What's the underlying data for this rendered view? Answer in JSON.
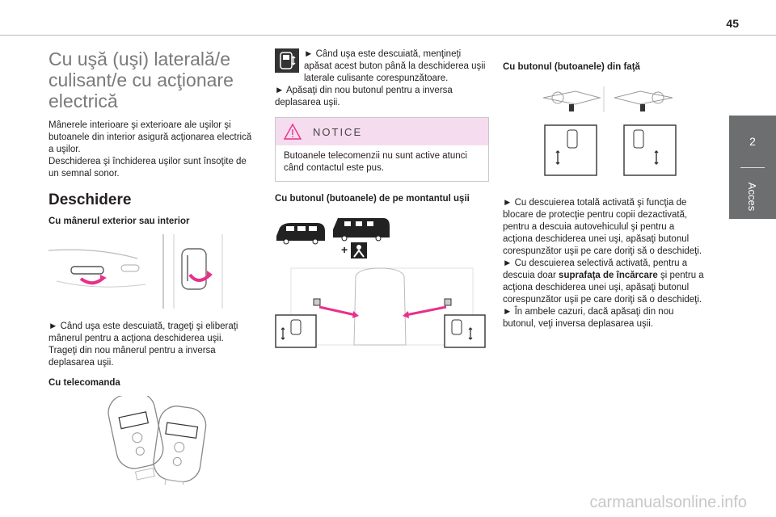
{
  "page": {
    "number": "45"
  },
  "side_tab": {
    "number": "2",
    "label": "Acces"
  },
  "col1": {
    "title": "Cu uşă (uşi) laterală/e culisant/e cu acţionare electrică",
    "intro": "Mânerele interioare şi exterioare ale uşilor şi butoanele din interior asigură acţionarea electrică a uşilor.",
    "intro2": "Deschiderea şi închiderea uşilor sunt însoţite de un semnal sonor.",
    "section": "Deschidere",
    "handle_heading": "Cu mânerul exterior sau interior",
    "handle_text": "► Când uşa este descuiată, trageţi şi eliberaţi mânerul pentru a acţiona deschiderea uşii.",
    "handle_text2": "Trageţi din nou mânerul pentru a inversa deplasarea uşii.",
    "remote_heading": "Cu telecomanda"
  },
  "col2": {
    "remote_text": "► Când uşa este descuiată, menţineţi apăsat acest buton până la deschiderea uşii laterale culisante corespunzătoare.",
    "remote_text2": "► Apăsaţi din nou butonul pentru a inversa deplasarea uşii.",
    "notice_title": "NOTICE",
    "notice_text": "Butoanele telecomenzii nu sunt active atunci când contactul este pus.",
    "pillar_heading": "Cu butonul (butoanele) de pe montantul uşii"
  },
  "col3": {
    "front_heading": "Cu butonul (butoanele) din faţă",
    "p1": "► Cu descuierea totală activată şi funcţia de blocare de protecţie pentru copii dezactivată, pentru a descuia autovehiculul şi pentru a acţiona deschiderea unei uşi, apăsaţi butonul corespunzător uşii pe care doriţi să o deschideţi.",
    "p2_a": "► Cu descuierea selectivă activată, pentru a descuia doar ",
    "p2_b": "suprafaţa de încărcare",
    "p2_c": " şi pentru a acţiona deschiderea unei uşi, apăsaţi butonul corespunzător uşii pe care doriţi să o deschideţi.",
    "p3": "► În ambele cazuri, dacă apăsaţi din nou butonul, veţi inversa deplasarea uşii."
  },
  "watermark": "carmanualsonline.info",
  "colors": {
    "accent": "#e8308c",
    "tab": "#6d6e70"
  }
}
